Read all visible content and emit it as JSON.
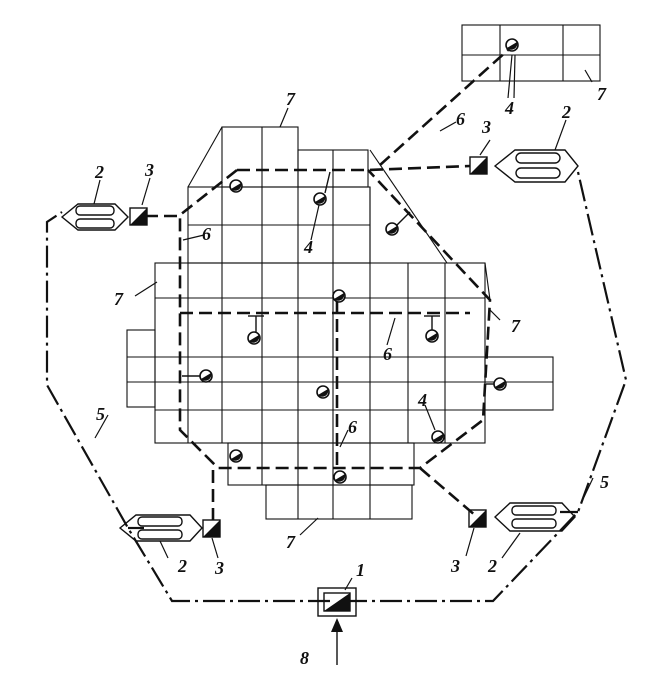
{
  "labels": {
    "power_source": "1",
    "cable_box": "2",
    "connector": "3",
    "lamp": "4",
    "main_cable": "5",
    "branch_cable": "6",
    "building": "7",
    "input": "8"
  }
}
